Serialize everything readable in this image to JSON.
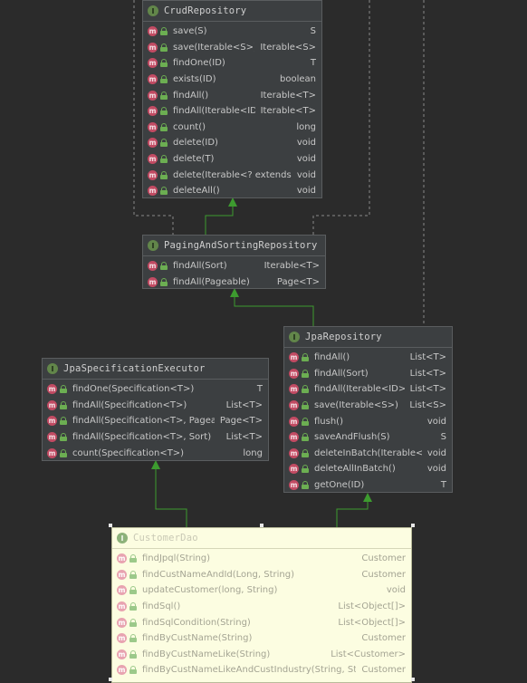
{
  "colors": {
    "background": "#2b2b2b",
    "inherit_line": "#3d9b2f",
    "realize_line": "#8a8a8a",
    "method_icon": "#c24b63",
    "interface_icon": "#62864a"
  },
  "icons": {
    "interface": "interface-icon",
    "method": "method-icon",
    "public": "lock-icon"
  },
  "crud": {
    "title": "CrudRepository",
    "methods": [
      {
        "sig": "save(S)",
        "ret": "S"
      },
      {
        "sig": "save(Iterable<S>)",
        "ret": "Iterable<S>"
      },
      {
        "sig": "findOne(ID)",
        "ret": "T"
      },
      {
        "sig": "exists(ID)",
        "ret": "boolean"
      },
      {
        "sig": "findAll()",
        "ret": "Iterable<T>"
      },
      {
        "sig": "findAll(Iterable<ID>)",
        "ret": "Iterable<T>"
      },
      {
        "sig": "count()",
        "ret": "long"
      },
      {
        "sig": "delete(ID)",
        "ret": "void"
      },
      {
        "sig": "delete(T)",
        "ret": "void"
      },
      {
        "sig": "delete(Iterable<? extends T>)",
        "ret": "void"
      },
      {
        "sig": "deleteAll()",
        "ret": "void"
      }
    ]
  },
  "paging": {
    "title": "PagingAndSortingRepository",
    "methods": [
      {
        "sig": "findAll(Sort)",
        "ret": "Iterable<T>"
      },
      {
        "sig": "findAll(Pageable)",
        "ret": "Page<T>"
      }
    ]
  },
  "jpa": {
    "title": "JpaRepository",
    "methods": [
      {
        "sig": "findAll()",
        "ret": "List<T>"
      },
      {
        "sig": "findAll(Sort)",
        "ret": "List<T>"
      },
      {
        "sig": "findAll(Iterable<ID>)",
        "ret": "List<T>"
      },
      {
        "sig": "save(Iterable<S>)",
        "ret": "List<S>"
      },
      {
        "sig": "flush()",
        "ret": "void"
      },
      {
        "sig": "saveAndFlush(S)",
        "ret": "S"
      },
      {
        "sig": "deleteInBatch(Iterable<T>)",
        "ret": "void"
      },
      {
        "sig": "deleteAllInBatch()",
        "ret": "void"
      },
      {
        "sig": "getOne(ID)",
        "ret": "T"
      }
    ]
  },
  "spec": {
    "title": "JpaSpecificationExecutor",
    "methods": [
      {
        "sig": "findOne(Specification<T>)",
        "ret": "T"
      },
      {
        "sig": "findAll(Specification<T>)",
        "ret": "List<T>"
      },
      {
        "sig": "findAll(Specification<T>, Pageable)",
        "ret": "Page<T>"
      },
      {
        "sig": "findAll(Specification<T>, Sort)",
        "ret": "List<T>"
      },
      {
        "sig": "count(Specification<T>)",
        "ret": "long"
      }
    ]
  },
  "customer": {
    "title": "CustomerDao",
    "methods": [
      {
        "sig": "findJpql(String)",
        "ret": "Customer"
      },
      {
        "sig": "findCustNameAndId(Long, String)",
        "ret": "Customer"
      },
      {
        "sig": "updateCustomer(long, String)",
        "ret": "void"
      },
      {
        "sig": "findSql()",
        "ret": "List<Object[]>"
      },
      {
        "sig": "findSqlCondition(String)",
        "ret": "List<Object[]>"
      },
      {
        "sig": "findByCustName(String)",
        "ret": "Customer"
      },
      {
        "sig": "findByCustNameLike(String)",
        "ret": "List<Customer>"
      },
      {
        "sig": "findByCustNameLikeAndCustIndustry(String, String)",
        "ret": "Customer"
      }
    ]
  }
}
